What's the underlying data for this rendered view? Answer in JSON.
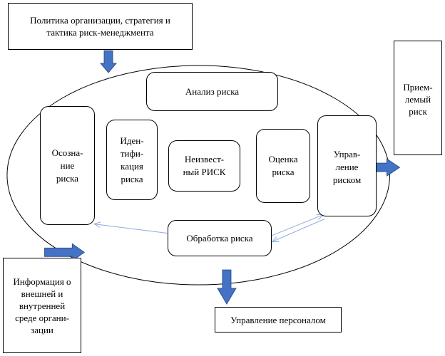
{
  "boxes": {
    "policy": "Политика организации, стратегия и\nтактика риск-менеджмента",
    "acceptable": "Прием-\nлемый\nриск",
    "info": "Информация о\nвнешней и\nвнутренней\nсреде органи-\nзации",
    "personnel": "Управление персоналом"
  },
  "inner": {
    "analysis": "Анализ риска",
    "awareness": "Осозна-\nние\nриска",
    "identification": "Иден-\nтифи-\nкация\nриска",
    "unknown": "Неизвест-\nный РИСК",
    "assessment": "Оценка\nриска",
    "management": "Управ-\nление\nриском",
    "treatment": "Обработка риска"
  },
  "colors": {
    "arrow_fill": "#4472C4",
    "arrow_stroke": "#2F528F",
    "thin_arrow": "#8FAADC"
  }
}
